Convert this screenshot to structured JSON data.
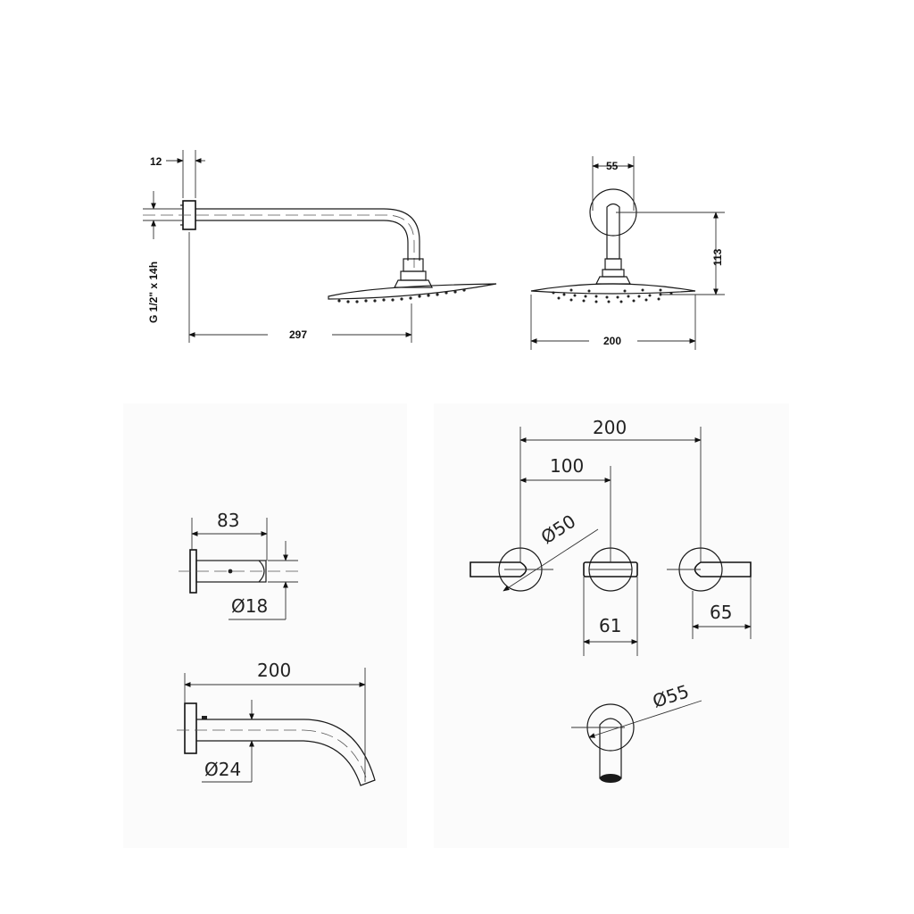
{
  "shower_side": {
    "flange_thickness": "12",
    "thread": "G 1/2\" x 14h",
    "projection": "297"
  },
  "shower_front": {
    "flange_diameter": "55",
    "drop": "113",
    "head_diameter": "200"
  },
  "valve_side": {
    "length": "83",
    "diameter": "Ø18"
  },
  "spout_side": {
    "length": "200",
    "diameter": "Ø24"
  },
  "mixer_front": {
    "overall_width": "200",
    "center_spacing": "100",
    "escutcheon_diameter": "Ø50",
    "lever_width": "61",
    "lever_reach": "65"
  },
  "spout_front": {
    "escutcheon_diameter": "Ø55"
  },
  "colors": {
    "line": "#1a1a1a",
    "panel_background": "#fbfbfb"
  }
}
